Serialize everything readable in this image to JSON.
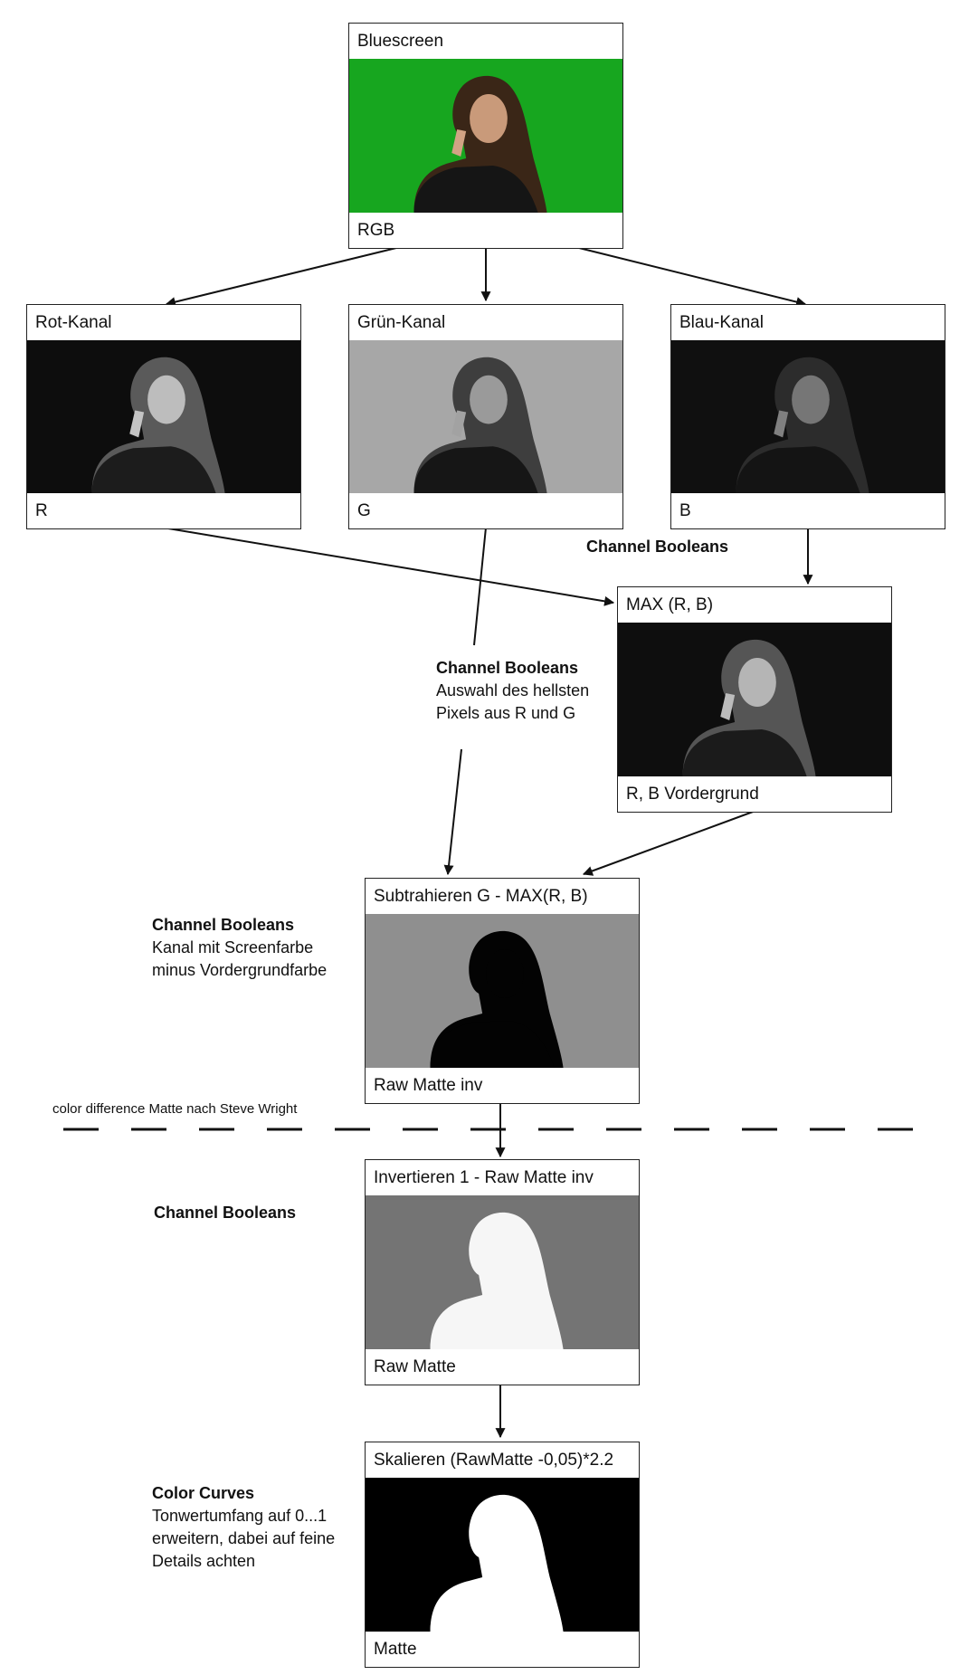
{
  "nodes": {
    "bluescreen": {
      "title": "Bluescreen",
      "label": "RGB"
    },
    "rot": {
      "title": "Rot-Kanal",
      "label": "R"
    },
    "gruen": {
      "title": "Grün-Kanal",
      "label": "G"
    },
    "blau": {
      "title": "Blau-Kanal",
      "label": "B"
    },
    "max": {
      "title": "MAX (R, B)",
      "label": "R, B Vordergrund"
    },
    "subtract": {
      "title": "Subtrahieren G - MAX(R, B)",
      "label": "Raw Matte inv"
    },
    "invert": {
      "title": "Invertieren 1 - Raw Matte inv",
      "label": "Raw Matte"
    },
    "scale": {
      "title": "Skalieren (RawMatte -0,05)*2.2",
      "label": "Matte"
    }
  },
  "annotations": {
    "boolean_top": {
      "heading": "Channel Booleans"
    },
    "boolean_mid": {
      "heading": "Channel Booleans",
      "lines": [
        "Auswahl des hellsten",
        "Pixels aus R und G"
      ]
    },
    "boolean_sub": {
      "heading": "Channel Booleans",
      "lines": [
        "Kanal mit Screenfarbe",
        "minus Vordergrundfarbe"
      ]
    },
    "boolean_inv": {
      "heading": "Channel Booleans"
    },
    "curves": {
      "heading": "Color Curves",
      "lines": [
        "Tonwertumfang auf 0...1",
        "erweitern, dabei auf feine",
        "Details achten"
      ]
    }
  },
  "separator_note": "color difference Matte nach Steve Wright",
  "colors": {
    "screen_green": "#17a61f",
    "red_channel_bg": "#0d0d0d",
    "green_channel_bg": "#a7a7a7",
    "blue_channel_bg": "#101010",
    "max_bg": "#0e0e0e",
    "raw_matte_inv_bg": "#8f8f8f",
    "raw_matte_bg": "#747474",
    "matte_bg": "#000000",
    "line": "#111111"
  }
}
